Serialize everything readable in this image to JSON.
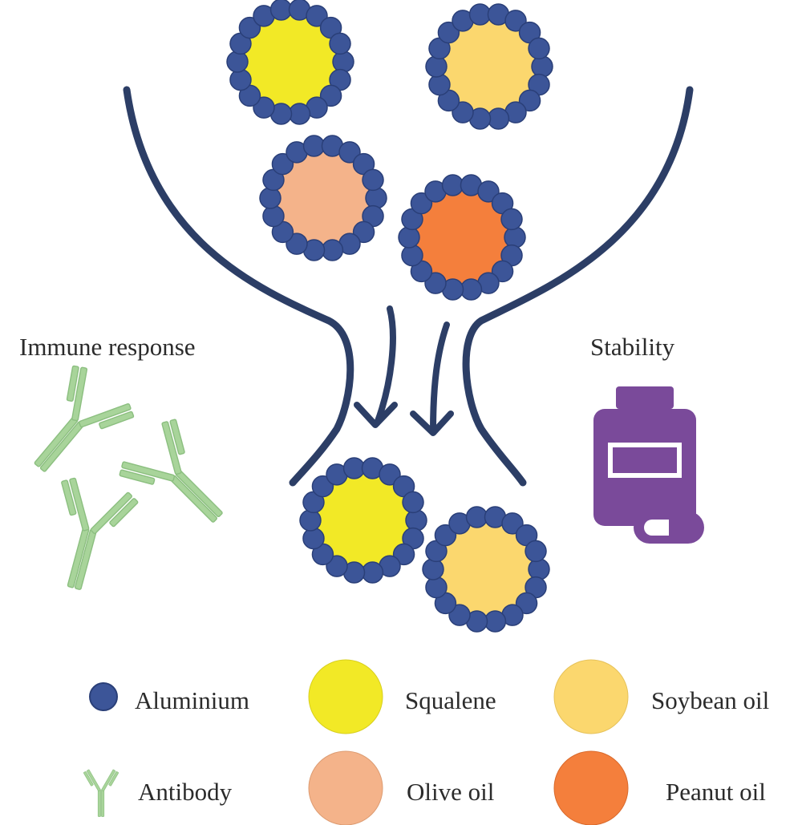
{
  "labels": {
    "immune_response": "Immune response",
    "stability": "Stability"
  },
  "legend": [
    {
      "key": "aluminium",
      "label": "Aluminium",
      "icon": "aluminium-dot-icon",
      "color": "#3c5598"
    },
    {
      "key": "squalene",
      "label": "Squalene",
      "icon": "squalene-swatch",
      "color": "#f2e926"
    },
    {
      "key": "soybean",
      "label": "Soybean oil",
      "icon": "soybean-oil-swatch",
      "color": "#fbd76e"
    },
    {
      "key": "antibody",
      "label": "Antibody",
      "icon": "antibody-icon",
      "color": "#a8d49a"
    },
    {
      "key": "olive",
      "label": "Olive oil",
      "icon": "olive-oil-swatch",
      "color": "#f4b38a"
    },
    {
      "key": "peanut",
      "label": "Peanut oil",
      "icon": "peanut-oil-swatch",
      "color": "#f47f3c"
    }
  ],
  "colors": {
    "funnel": "#2c3e66",
    "aluminium": "#3c5598",
    "aluminium_stroke": "#2a3f78",
    "antibody_fill": "#a8d49a",
    "antibody_stroke": "#8cbf80",
    "bottle": "#7a4a9a"
  },
  "icons": {
    "funnel": "funnel-outline",
    "arrows": "down-arrow-icon",
    "bottle": "medicine-bottle-icon",
    "pill": "capsule-icon",
    "particle": "aluminium-coated-oil-droplet"
  },
  "particles": {
    "top": [
      "squalene",
      "soybean",
      "olive",
      "peanut"
    ],
    "bottom": [
      "squalene",
      "soybean"
    ]
  }
}
